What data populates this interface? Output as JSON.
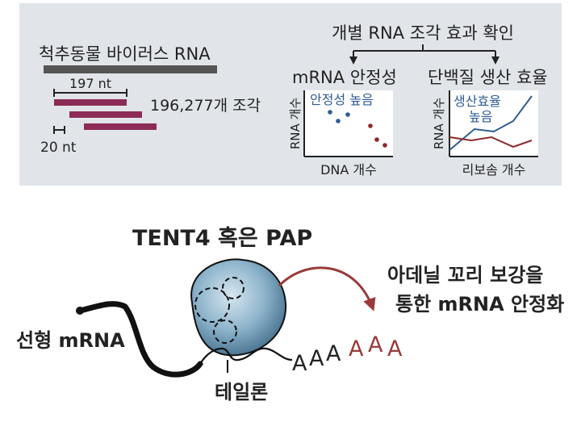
{
  "top_panel": {
    "background_color": "#e1e5ea",
    "header": "개별 RNA 조각 효과 확인",
    "genome_label": "척추동물 바이러스 RNA",
    "fragment_length_label": "197 nt",
    "fragment_count_label": "196,277개 조각",
    "step_label": "20 nt",
    "left_plot": {
      "title": "mRNA 안정성",
      "annotation": "안정성 높음",
      "xlabel": "DNA 개수",
      "ylabel": "RNA 개수"
    },
    "right_plot": {
      "title": "단백질 생산 효율",
      "annotation_line1": "생산효율",
      "annotation_line2": "높음",
      "xlabel": "리보솜 개수",
      "ylabel": "RNA 개수"
    }
  },
  "bottom_panel": {
    "enzyme_label": "TENT4 혹은 PAP",
    "linear_mrna_label": "선형 mRNA",
    "tail_label": "테일론",
    "poly_a_black": [
      "A",
      "A",
      "A"
    ],
    "poly_a_red": [
      "A",
      "A",
      "A"
    ],
    "result_line1": "아데닐 꼬리 보강을",
    "result_line2": "통한 mRNA 안정화"
  },
  "colors": {
    "genome_bar": "#555555",
    "fragment": "#8b2b56",
    "blue_series": "#2f5b91",
    "red_series": "#8b2a2a",
    "enzyme_fill": "#8db4cc",
    "arrow": "#9a3a3a"
  }
}
